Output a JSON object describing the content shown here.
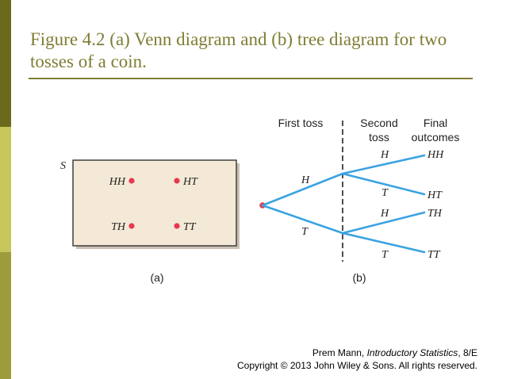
{
  "title": "Figure 4.2 (a) Venn diagram and (b) tree diagram for two tosses of a coin.",
  "colors": {
    "title": "#7f7d33",
    "side_bar_dark": "#6b6a1c",
    "side_bar_light": "#c6c65a",
    "side_bar_mid": "#9d9c3c",
    "venn_fill": "#f4e9d6",
    "point": "#e8384f",
    "branch": "#3aa3e0"
  },
  "venn": {
    "set_label": "S",
    "outcomes": [
      "HH",
      "HT",
      "TH",
      "TT"
    ],
    "caption": "(a)"
  },
  "tree": {
    "headers": {
      "first": "First toss",
      "second": "Second toss",
      "second_line1": "Second",
      "second_line2": "toss",
      "final_line1": "Final",
      "final_line2": "outcomes"
    },
    "first_labels": [
      "H",
      "T"
    ],
    "second_labels": [
      "H",
      "T",
      "H",
      "T"
    ],
    "outcomes": [
      "HH",
      "HT",
      "TH",
      "TT"
    ],
    "caption": "(b)"
  },
  "footer": {
    "author": "Prem Mann,",
    "book": "Introductory Statistics",
    "edition": ", 8/E",
    "copyright": "Copyright © 2013 John Wiley & Sons. All rights reserved."
  }
}
